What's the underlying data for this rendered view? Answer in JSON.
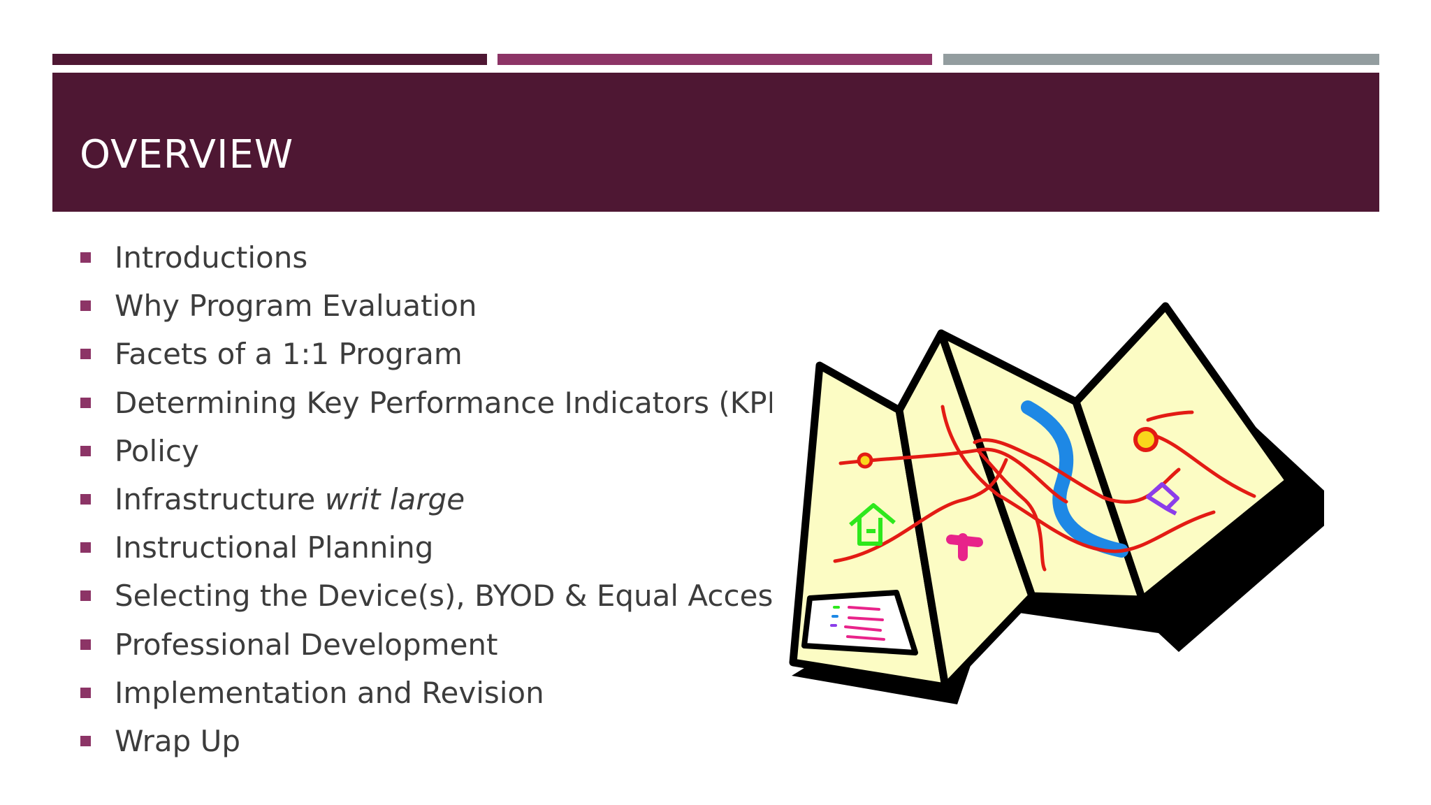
{
  "slide": {
    "title": "OVERVIEW",
    "colors": {
      "accent_dark": "#4e1733",
      "accent_magenta": "#8c3466",
      "accent_gray": "#939d9f",
      "body_text": "#3c3c3c"
    },
    "bullets": [
      {
        "text": "Introductions"
      },
      {
        "text": "Why Program Evaluation"
      },
      {
        "text": "Facets of a 1:1 Program"
      },
      {
        "text": "Determining Key Performance Indicators (KPI)"
      },
      {
        "text": "Policy"
      },
      {
        "text": "Infrastructure ",
        "emphasis": "writ large"
      },
      {
        "text": "Instructional Planning"
      },
      {
        "text": "Selecting the Device(s), BYOD & Equal Access"
      },
      {
        "text": "Professional Development"
      },
      {
        "text": "Implementation and Revision"
      },
      {
        "text": "Wrap Up"
      }
    ],
    "illustration": {
      "icon": "folded-map-clipart"
    }
  }
}
